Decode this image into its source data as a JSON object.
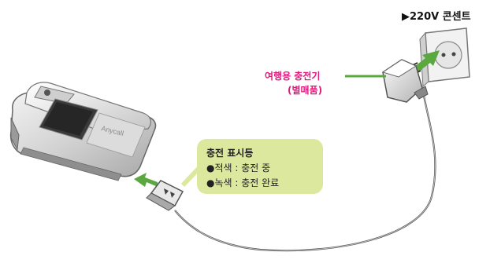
{
  "labels": {
    "outlet": "▶220V 콘센트",
    "charger_name": "여행용 충전기",
    "charger_note": "(별매품)",
    "phone_brand": "Anycall"
  },
  "indicator": {
    "title": "충전 표시등",
    "red": "●적색 : 충전 중",
    "green": "●녹색 : 충전 완료"
  },
  "colors": {
    "charger_label": "#e0197d",
    "arrow_green": "#5aa83f",
    "callout_bg": "#dde89f"
  }
}
